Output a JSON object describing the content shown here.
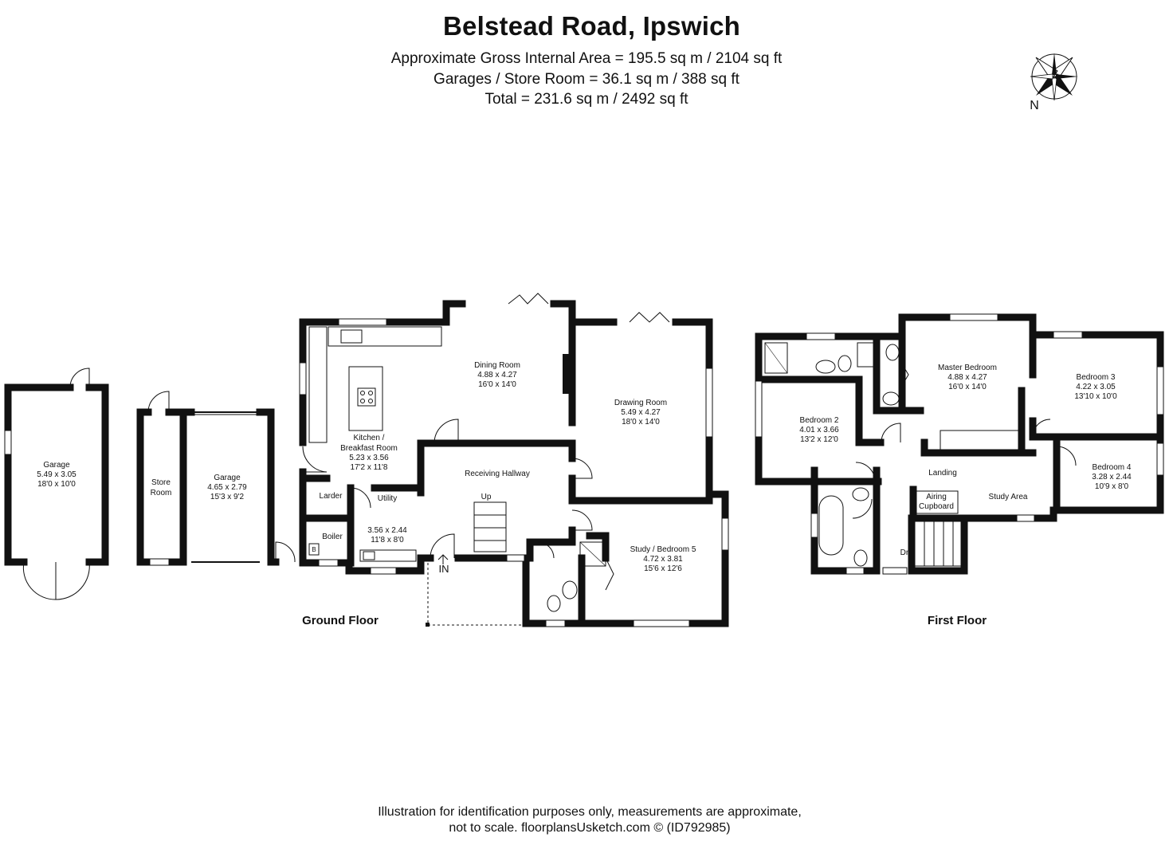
{
  "header": {
    "title": "Belstead Road, Ipswich",
    "gross_area": "Approximate Gross Internal Area = 195.5 sq m / 2104 sq ft",
    "garages_area": "Garages / Store Room = 36.1 sq m / 388 sq ft",
    "total_area": "Total = 231.6 sq m / 2492 sq ft"
  },
  "compass": {
    "label": "N"
  },
  "floors": {
    "ground": "Ground Floor",
    "first": "First Floor"
  },
  "rooms": {
    "garage1": {
      "name": "Garage",
      "metric": "5.49 x 3.05",
      "imperial": "18'0 x 10'0"
    },
    "store": {
      "line1": "Store",
      "line2": "Room"
    },
    "garage2": {
      "name": "Garage",
      "metric": "4.65 x 2.79",
      "imperial": "15'3 x 9'2"
    },
    "kitchen": {
      "line1": "Kitchen /",
      "line2": "Breakfast Room",
      "metric": "5.23 x 3.56",
      "imperial": "17'2 x 11'8"
    },
    "dining": {
      "name": "Dining Room",
      "metric": "4.88 x 4.27",
      "imperial": "16'0 x 14'0"
    },
    "drawing": {
      "name": "Drawing Room",
      "metric": "5.49 x 4.27",
      "imperial": "18'0 x 14'0"
    },
    "hallway": {
      "name": "Receiving Hallway"
    },
    "larder": {
      "name": "Larder"
    },
    "utility": {
      "name": "Utility",
      "metric": "3.56 x 2.44",
      "imperial": "11'8 x 8'0"
    },
    "boiler": {
      "name": "Boiler",
      "mark": "B"
    },
    "up": {
      "name": "Up"
    },
    "entrance": {
      "name": "IN"
    },
    "study": {
      "name": "Study / Bedroom 5",
      "metric": "4.72 x 3.81",
      "imperial": "15'6 x 12'6"
    },
    "bedroom2": {
      "name": "Bedroom 2",
      "metric": "4.01 x 3.66",
      "imperial": "13'2 x 12'0"
    },
    "master": {
      "name": "Master Bedroom",
      "metric": "4.88 x 4.27",
      "imperial": "16'0 x 14'0"
    },
    "bedroom3": {
      "name": "Bedroom 3",
      "metric": "4.22 x 3.05",
      "imperial": "13'10 x 10'0"
    },
    "bedroom4": {
      "name": "Bedroom 4",
      "metric": "3.28 x 2.44",
      "imperial": "10'9 x 8'0"
    },
    "landing": {
      "name": "Landing"
    },
    "study_area": {
      "name": "Study Area"
    },
    "airing": {
      "line1": "Airing",
      "line2": "Cupboard"
    },
    "down": {
      "name": "Dn"
    }
  },
  "footer": {
    "line1": "Illustration for identification purposes only, measurements are approximate,",
    "line2": "not to scale. floorplansUsketch.com © (ID792985)"
  }
}
